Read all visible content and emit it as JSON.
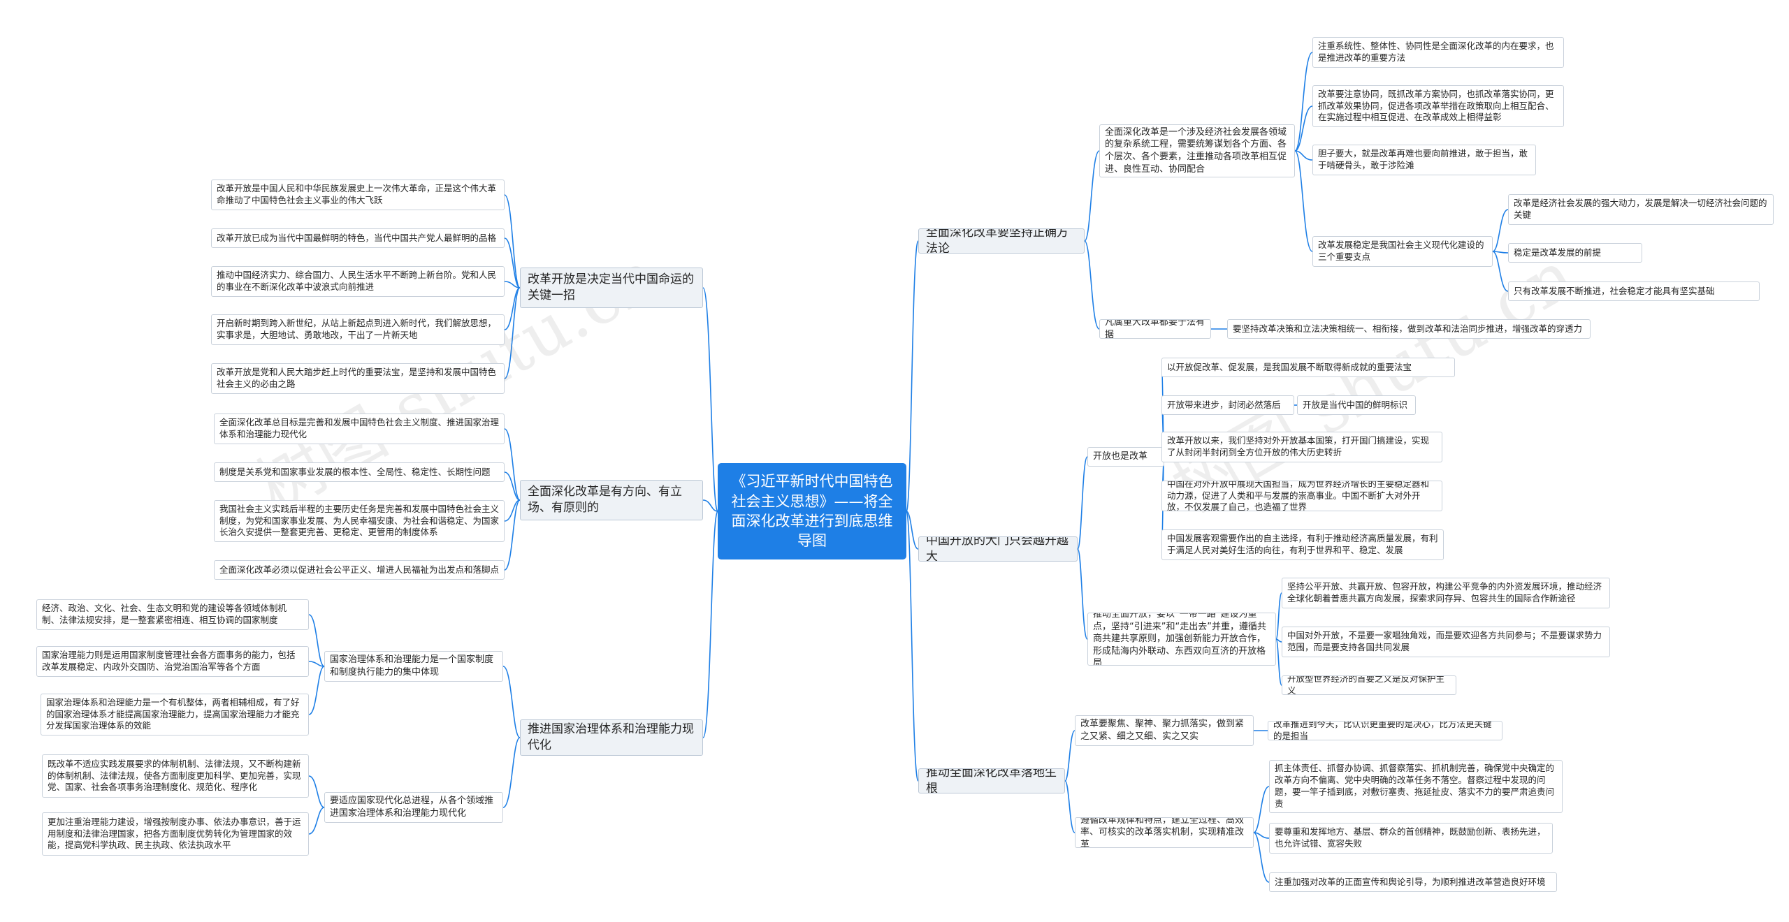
{
  "root": {
    "title": "《习近平新时代中国特色社会主义思想》——将全面深化改革进行到底思维导图"
  },
  "watermark": "树图 shutu.cn",
  "colors": {
    "root": "#1e7fe6",
    "line": "#1e7fe6",
    "border": "#c9d1db"
  },
  "left": {
    "b1": {
      "title": "改革开放是决定当代中国命运的关键一招",
      "items": [
        "改革开放是中国人民和中华民族发展史上一次伟大革命，正是这个伟大革命推动了中国特色社会主义事业的伟大飞跃",
        "改革开放已成为当代中国最鲜明的特色，当代中国共产党人最鲜明的品格",
        "推动中国经济实力、综合国力、人民生活水平不断跨上新台阶。党和人民的事业在不断深化改革中波浪式向前推进",
        "开启新时期到跨入新世纪，从站上新起点到进入新时代，我们解放思想，实事求是，大胆地试、勇敢地改，干出了一片新天地",
        "改革开放是党和人民大踏步赶上时代的重要法宝，是坚持和发展中国特色社会主义的必由之路"
      ]
    },
    "b2": {
      "title": "全面深化改革是有方向、有立场、有原则的",
      "items": [
        "全面深化改革总目标是完善和发展中国特色社会主义制度、推进国家治理体系和治理能力现代化",
        "制度是关系党和国家事业发展的根本性、全局性、稳定性、长期性问题",
        "我国社会主义实践后半程的主要历史任务是完善和发展中国特色社会主义制度，为党和国家事业发展、为人民幸福安康、为社会和谐稳定、为国家长治久安提供一整套更完善、更稳定、更管用的制度体系",
        "全面深化改革必须以促进社会公平正义、增进人民福祉为出发点和落脚点"
      ]
    },
    "b3": {
      "title": "推进国家治理体系和治理能力现代化",
      "s1": {
        "text": "国家治理体系和治理能力是一个国家制度和制度执行能力的集中体现",
        "items": [
          "经济、政治、文化、社会、生态文明和党的建设等各领域体制机制、法律法规安排，是一整套紧密相连、相互协调的国家制度",
          "国家治理能力则是运用国家制度管理社会各方面事务的能力，包括改革发展稳定、内政外交国防、治党治国治军等各个方面",
          "国家治理体系和治理能力是一个有机整体，两者相辅相成，有了好的国家治理体系才能提高国家治理能力，提高国家治理能力才能充分发挥国家治理体系的效能"
        ]
      },
      "s2": {
        "text": "要适应国家现代化总进程，从各个领域推进国家治理体系和治理能力现代化",
        "items": [
          "既改革不适应实践发展要求的体制机制、法律法规，又不断构建新的体制机制、法律法规，使各方面制度更加科学、更加完善，实现党、国家、社会各项事务治理制度化、规范化、程序化",
          "更加注重治理能力建设，增强按制度办事、依法办事意识，善于运用制度和法律治理国家，把各方面制度优势转化为管理国家的效能，提高党科学执政、民主执政、依法执政水平"
        ]
      }
    }
  },
  "right": {
    "b1": {
      "title": "全面深化改革要坚持正确方法论",
      "s1": {
        "text": "全面深化改革是一个涉及经济社会发展各领域的复杂系统工程，需要统筹谋划各个方面、各个层次、各个要素，注重推动各项改革相互促进、良性互动、协同配合",
        "items": [
          "注重系统性、整体性、协同性是全面深化改革的内在要求，也是推进改革的重要方法",
          "改革要注意协同，既抓改革方案协同，也抓改革落实协同，更抓改革效果协同，促进各项改革举措在政策取向上相互配合、在实施过程中相互促进、在改革成效上相得益彰",
          "胆子要大，就是改革再难也要向前推进，敢于担当，敢于啃硬骨头，敢于涉险滩"
        ],
        "sub": {
          "text": "改革发展稳定是我国社会主义现代化建设的三个重要支点",
          "items": [
            "改革是经济社会发展的强大动力，发展是解决一切经济社会问题的关键",
            "稳定是改革发展的前提",
            "只有改革发展不断推进，社会稳定才能具有坚实基础"
          ]
        }
      },
      "s2": {
        "text": "凡属重大改革都要于法有据",
        "items": [
          "要坚持改革决策和立法决策相统一、相衔接，做到改革和法治同步推进，增强改革的穿透力"
        ]
      }
    },
    "b2": {
      "title": "中国开放的大门只会越开越大",
      "s1": {
        "text": "开放也是改革",
        "items": [
          "以开放促改革、促发展，是我国发展不断取得新成就的重要法宝",
          "开放带来进步，封闭必然落后",
          "改革开放以来，我们坚持对外开放基本国策，打开国门搞建设，实现了从封闭半封闭到全方位开放的伟大历史转折",
          "中国在对外开放中展现大国担当，成为世界经济增长的主要稳定器和动力源，促进了人类和平与发展的崇高事业。中国不断扩大对外开放，不仅发展了自己，也造福了世界",
          "中国发展客观需要作出的自主选择，有利于推动经济高质量发展，有利于满足人民对美好生活的向往，有利于世界和平、稳定、发展"
        ],
        "sub_item": "开放是当代中国的鲜明标识"
      },
      "s2": {
        "text": "推动全面开放，要以“一带一路”建设为重点，坚持“引进来”和“走出去”并重，遵循共商共建共享原则，加强创新能力开放合作，形成陆海内外联动、东西双向互济的开放格局",
        "items": [
          "坚持公平开放、共赢开放、包容开放，构建公平竞争的内外资发展环境，推动经济全球化朝着普惠共赢方向发展，探索求同存异、包容共生的国际合作新途径",
          "中国对外开放，不是要一家唱独角戏，而是要欢迎各方共同参与；不是要谋求势力范围，而是要支持各国共同发展",
          "开放型世界经济的首要之义是反对保护主义"
        ]
      }
    },
    "b3": {
      "title": "推动全面深化改革落地生根",
      "s1": {
        "text": "改革要聚焦、聚神、聚力抓落实，做到紧之又紧、细之又细、实之又实",
        "items": [
          "改革推进到今天，比认识更重要的是决心，比方法更关键的是担当"
        ]
      },
      "s2": {
        "text": "遵循改革规律和特点，建立全过程、高效率、可核实的改革落实机制，实现精准改革",
        "items": [
          "抓主体责任、抓督办协调、抓督察落实、抓机制完善，确保党中央确定的改革方向不偏离、党中央明确的改革任务不落空。督察过程中发现的问题，要一竿子插到底，对敷衍塞责、拖延扯皮、落实不力的要严肃追责问责",
          "要尊重和发挥地方、基层、群众的首创精神，既鼓励创新、表扬先进，也允许试错、宽容失败",
          "注重加强对改革的正面宣传和舆论引导，为顺利推进改革营造良好环境"
        ]
      }
    }
  }
}
